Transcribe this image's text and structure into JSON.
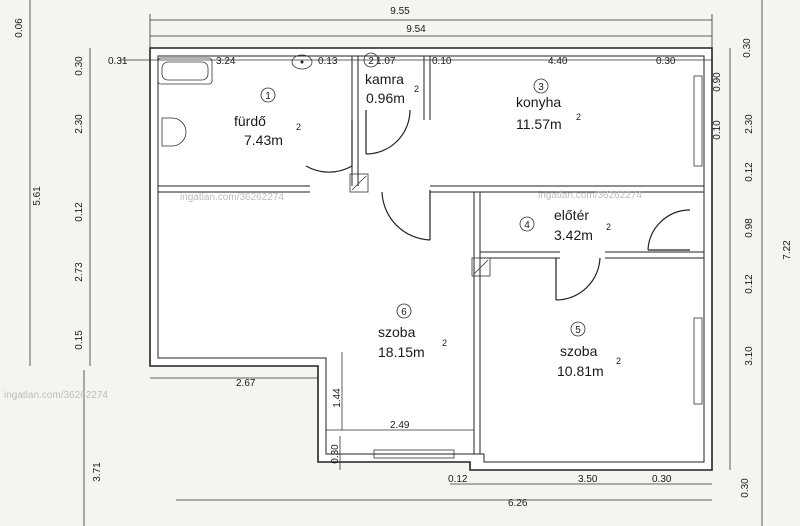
{
  "top_dims": {
    "overall_a": "9.55",
    "overall_b": "9.54",
    "left_offset": "0.31",
    "row": [
      "3.24",
      "0.13",
      "1.07",
      "0.10",
      "4.40",
      "0.30"
    ]
  },
  "left_dims": [
    "0.06",
    "0.30",
    "2.30",
    "5.61",
    "0.12",
    "2.73",
    "0.15",
    "3.71"
  ],
  "right_dims": [
    "0.30",
    "0.90",
    "2.30",
    "0.10",
    "0.12",
    "0.98",
    "7.22",
    "0.12",
    "3.10",
    "0.30"
  ],
  "inner_dims": {
    "a": "2.67",
    "b": "1.44",
    "c": "2.49",
    "d": "0.30"
  },
  "bottom_dims": {
    "a": "0.12",
    "b": "3.50",
    "c": "0.30",
    "d": "6.26"
  },
  "rooms": [
    {
      "num": "1",
      "name": "fürdő",
      "area": "7.43m",
      "sup": "2"
    },
    {
      "num": "2",
      "name": "kamra",
      "area": "0.96m",
      "sup": "2"
    },
    {
      "num": "3",
      "name": "konyha",
      "area": "11.57m",
      "sup": "2"
    },
    {
      "num": "4",
      "name": "előtér",
      "area": "3.42m",
      "sup": "2"
    },
    {
      "num": "5",
      "name": "szoba",
      "area": "10.81m",
      "sup": "2"
    },
    {
      "num": "6",
      "name": "szoba",
      "area": "18.15m",
      "sup": "2"
    }
  ],
  "watermarks": [
    "ingatlan.com/36262274",
    "ingatlan.com/36262274",
    "ingatlan.com/36262274"
  ]
}
